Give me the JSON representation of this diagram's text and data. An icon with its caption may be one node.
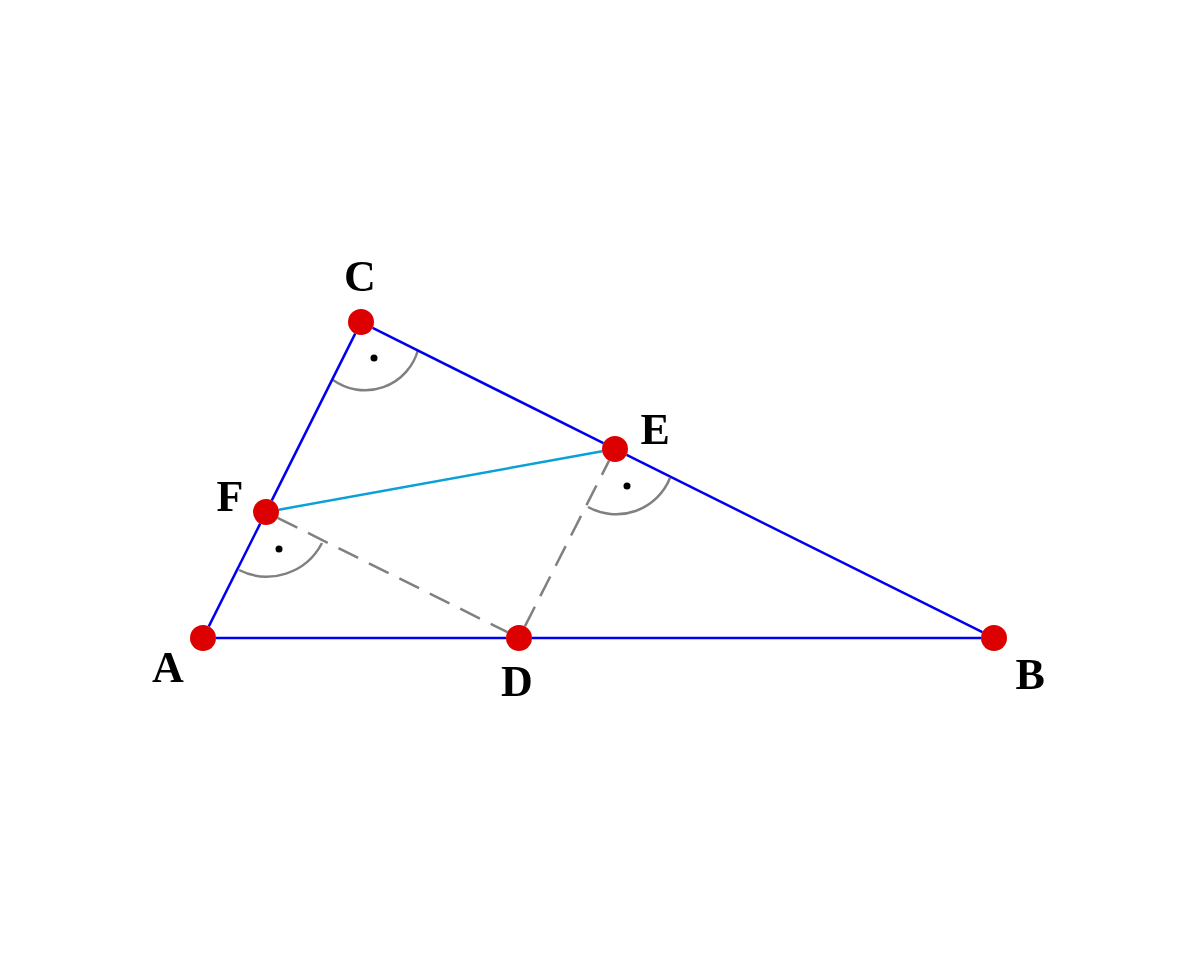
{
  "diagram": {
    "nodes": [
      {
        "text": [
          "C"
        ]
      },
      {
        "text": [
          "E"
        ]
      },
      {
        "text": [
          "F"
        ]
      },
      {
        "text": [
          "A"
        ]
      },
      {
        "text": [
          "D"
        ]
      },
      {
        "text": [
          "B"
        ]
      }
    ],
    "edges": [
      {
        "from": 3,
        "to": 4,
        "arrow": "none"
      },
      {
        "from": 4,
        "to": 5,
        "arrow": "none"
      },
      {
        "from": 3,
        "to": 2,
        "arrow": "none"
      },
      {
        "from": 2,
        "to": 0,
        "arrow": "none"
      },
      {
        "from": 0,
        "to": 1,
        "arrow": "none"
      },
      {
        "from": 1,
        "to": 5,
        "arrow": "none"
      },
      {
        "from": 2,
        "to": 1,
        "arrow": "none",
        "color": "#0aa0d8"
      },
      {
        "from": 2,
        "to": 4,
        "arrow": "none",
        "style": "dashed",
        "color": "#808080"
      },
      {
        "from": 4,
        "to": 1,
        "arrow": "none",
        "style": "dashed",
        "color": "#808080"
      }
    ]
  }
}
